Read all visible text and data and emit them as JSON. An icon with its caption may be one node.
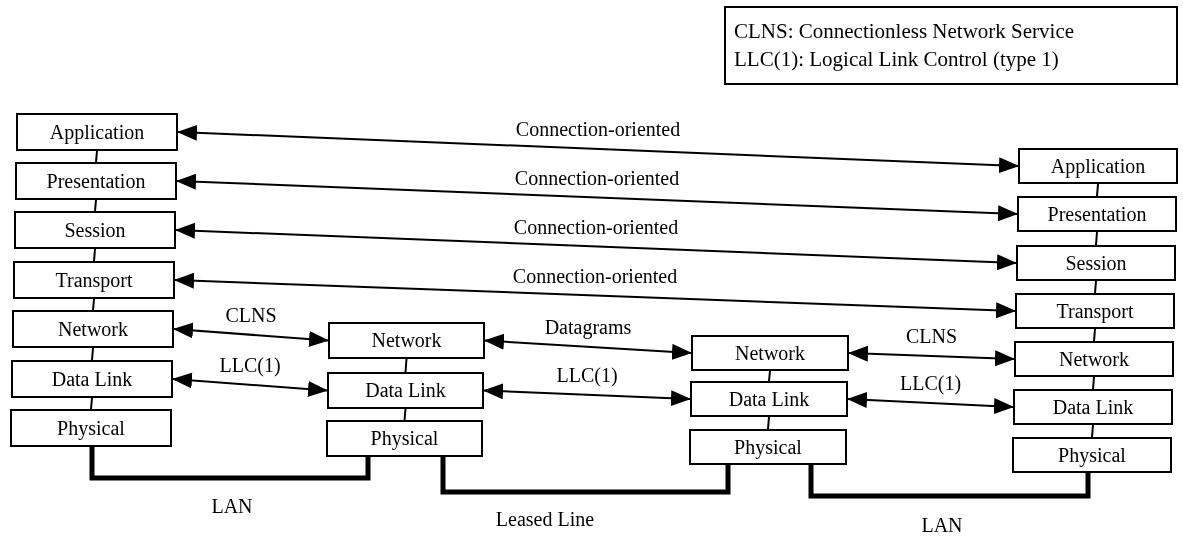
{
  "diagram": {
    "nodes": [
      {
        "text": [
          "CLNS: Connectionless Network Service",
          "LLC(1): Logical Link Control (type 1)"
        ]
      },
      {
        "text": [
          "Application"
        ]
      },
      {
        "text": [
          "Presentation"
        ]
      },
      {
        "text": [
          "Session"
        ]
      },
      {
        "text": [
          "Transport"
        ]
      },
      {
        "text": [
          "Network"
        ]
      },
      {
        "text": [
          "Data Link"
        ]
      },
      {
        "text": [
          "Physical"
        ]
      },
      {
        "text": [
          "Network"
        ]
      },
      {
        "text": [
          "Data Link"
        ]
      },
      {
        "text": [
          "Physical"
        ]
      },
      {
        "text": [
          "Network"
        ]
      },
      {
        "text": [
          "Data Link"
        ]
      },
      {
        "text": [
          "Physical"
        ]
      },
      {
        "text": [
          "Application"
        ]
      },
      {
        "text": [
          "Presentation"
        ]
      },
      {
        "text": [
          "Session"
        ]
      },
      {
        "text": [
          "Transport"
        ]
      },
      {
        "text": [
          "Network"
        ]
      },
      {
        "text": [
          "Data Link"
        ]
      },
      {
        "text": [
          "Physical"
        ]
      }
    ],
    "edges": [
      {
        "from": 1,
        "to": 2,
        "arrow": "none"
      },
      {
        "from": 2,
        "to": 3,
        "arrow": "none"
      },
      {
        "from": 3,
        "to": 4,
        "arrow": "none"
      },
      {
        "from": 4,
        "to": 5,
        "arrow": "none"
      },
      {
        "from": 5,
        "to": 6,
        "arrow": "none"
      },
      {
        "from": 6,
        "to": 7,
        "arrow": "none"
      },
      {
        "from": 8,
        "to": 9,
        "arrow": "none"
      },
      {
        "from": 9,
        "to": 10,
        "arrow": "none"
      },
      {
        "from": 11,
        "to": 12,
        "arrow": "none"
      },
      {
        "from": 12,
        "to": 13,
        "arrow": "none"
      },
      {
        "from": 14,
        "to": 15,
        "arrow": "none"
      },
      {
        "from": 15,
        "to": 16,
        "arrow": "none"
      },
      {
        "from": 16,
        "to": 17,
        "arrow": "none"
      },
      {
        "from": 17,
        "to": 18,
        "arrow": "none"
      },
      {
        "from": 18,
        "to": 19,
        "arrow": "none"
      },
      {
        "from": 19,
        "to": 20,
        "arrow": "none"
      },
      {
        "from": 1,
        "to": 14,
        "arrow": "both",
        "label": "Connection-oriented"
      },
      {
        "from": 2,
        "to": 15,
        "arrow": "both",
        "label": "Connection-oriented"
      },
      {
        "from": 3,
        "to": 16,
        "arrow": "both",
        "label": "Connection-oriented"
      },
      {
        "from": 4,
        "to": 17,
        "arrow": "both",
        "label": "Connection-oriented"
      },
      {
        "from": 5,
        "to": 8,
        "arrow": "both",
        "label": "CLNS"
      },
      {
        "from": 6,
        "to": 9,
        "arrow": "both",
        "label": "LLC(1)"
      },
      {
        "from": 8,
        "to": 11,
        "arrow": "both",
        "label": "Datagrams"
      },
      {
        "from": 9,
        "to": 12,
        "arrow": "both",
        "label": "LLC(1)"
      },
      {
        "from": 11,
        "to": 18,
        "arrow": "both",
        "label": "CLNS"
      },
      {
        "from": 12,
        "to": 19,
        "arrow": "both",
        "label": "LLC(1)"
      },
      {
        "from": 7,
        "to": 10,
        "arrow": "none",
        "label": "LAN",
        "style": "thick"
      },
      {
        "from": 10,
        "to": 13,
        "arrow": "none",
        "label": "Leased Line",
        "style": "thick"
      },
      {
        "from": 13,
        "to": 20,
        "arrow": "none",
        "label": "LAN",
        "style": "thick"
      }
    ]
  }
}
